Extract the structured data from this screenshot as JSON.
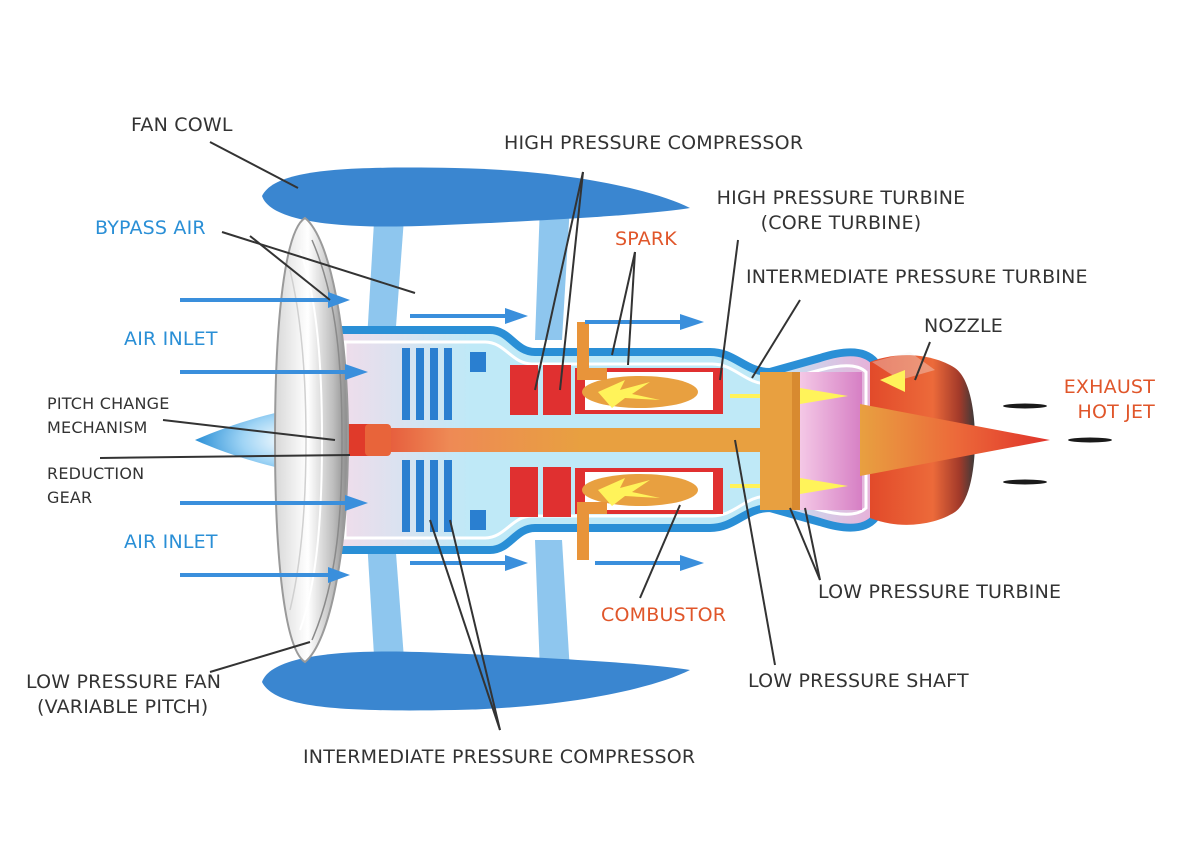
{
  "labels": {
    "fan_cowl": "FAN COWL",
    "high_pressure_compressor": "HIGH PRESSURE COMPRESSOR",
    "high_pressure_turbine_1": "HIGH PRESSURE TURBINE",
    "high_pressure_turbine_2": "(CORE TURBINE)",
    "bypass_air": "BYPASS AIR",
    "spark": "SPARK",
    "intermediate_pressure_turbine": "INTERMEDIATE PRESSURE TURBINE",
    "air_inlet_top": "AIR INLET",
    "nozzle": "NOZZLE",
    "exhaust_1": "EXHAUST",
    "exhaust_2": "HOT JET",
    "pitch_change_1": "PITCH CHANGE",
    "pitch_change_2": "MECHANISM",
    "reduction_gear_1": "REDUCTION",
    "reduction_gear_2": "GEAR",
    "air_inlet_bottom": "AIR INLET",
    "low_pressure_turbine": "LOW PRESSURE TURBINE",
    "combustor": "COMBUSTOR",
    "low_pressure_fan_1": "LOW PRESSURE FAN",
    "low_pressure_fan_2": "(VARIABLE PITCH)",
    "low_pressure_shaft": "LOW PRESSURE SHAFT",
    "intermediate_pressure_compressor": "INTERMEDIATE PRESSURE COMPRESSOR"
  },
  "colors": {
    "label_default": "#333333",
    "label_blue": "#2a8fd6",
    "label_orange": "#e0562a",
    "cowl_blue": "#3a86d0",
    "shaft_orange": "#e8a040",
    "combustor_red": "#e03030",
    "nozzle_red": "#e04a28",
    "airflow_blue": "#3a8fdc"
  }
}
